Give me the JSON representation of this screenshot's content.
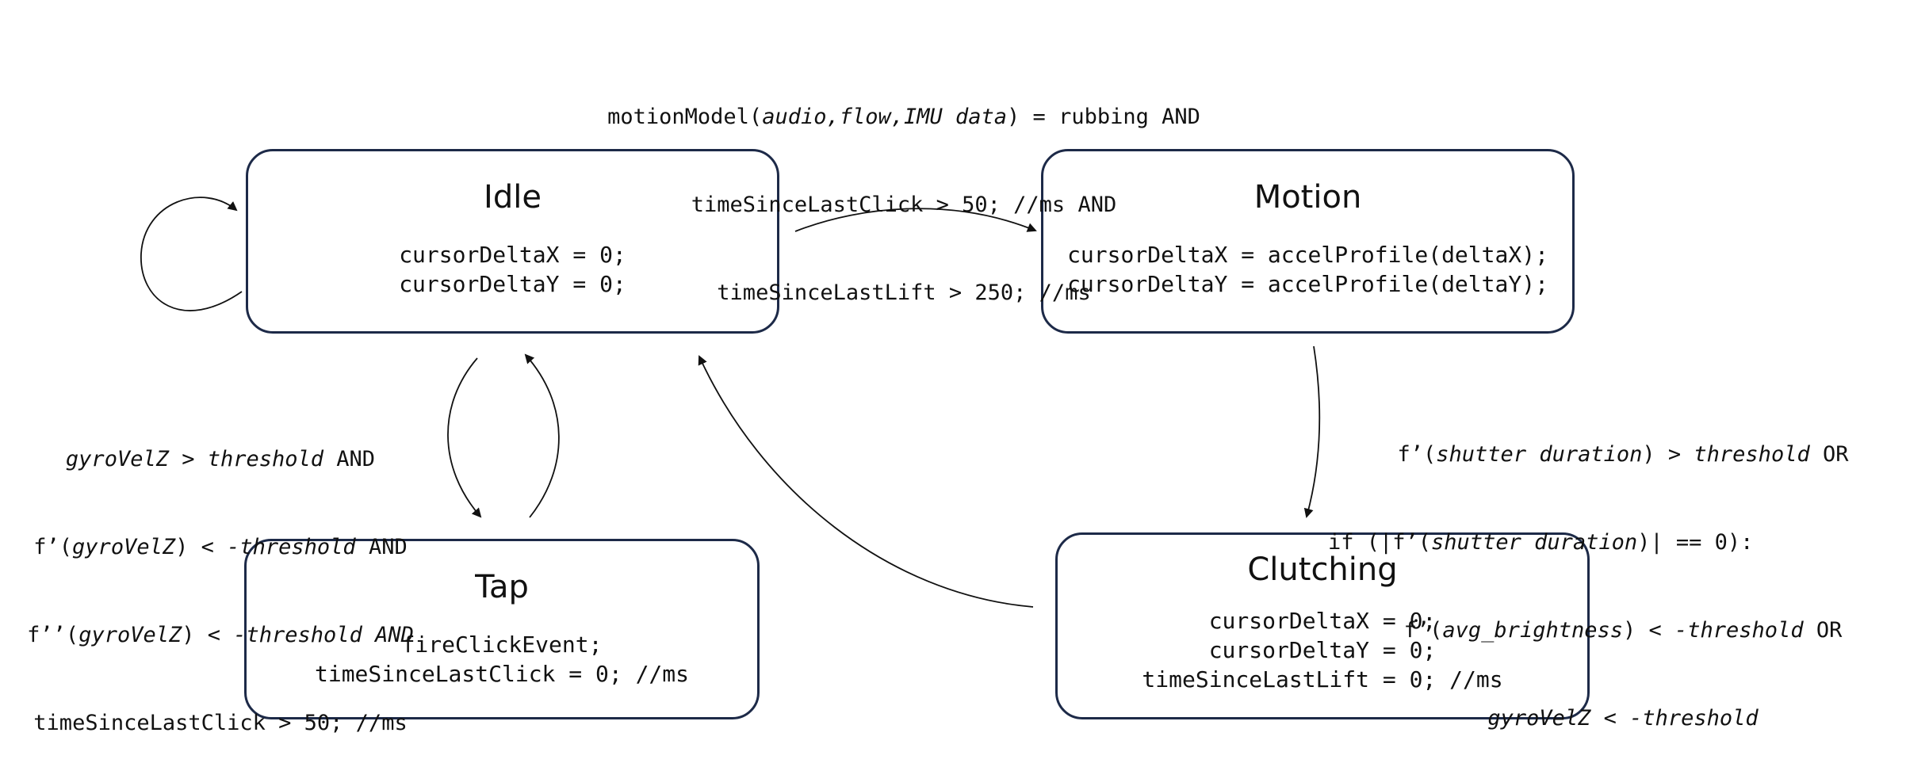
{
  "states": {
    "idle": {
      "title": "Idle",
      "lines": [
        "cursorDeltaX = 0;",
        "cursorDeltaY = 0;"
      ]
    },
    "motion": {
      "title": "Motion",
      "lines": [
        "cursorDeltaX = accelProfile(deltaX);",
        "cursorDeltaY = accelProfile(deltaY);"
      ]
    },
    "tap": {
      "title": "Tap",
      "lines": [
        "fireClickEvent;",
        "timeSinceLastClick = 0; //ms"
      ]
    },
    "clutching": {
      "title": "Clutching",
      "lines": [
        "cursorDeltaX = 0;",
        "cursorDeltaY = 0;",
        "timeSinceLastLift = 0; //ms"
      ]
    }
  },
  "transitions": {
    "idle_to_motion": {
      "l1a": "motionModel(",
      "l1b": "audio,flow,IMU data",
      "l1c": ") = rubbing AND",
      "l2": "timeSinceLastClick > 50; //ms AND",
      "l3": "timeSinceLastLift > 250; //ms"
    },
    "idle_to_tap": {
      "l1a": "gyroVelZ > threshold",
      "l1b": " AND",
      "l2a": "f’(",
      "l2b": "gyroVelZ",
      "l2c": ") < ",
      "l2d": "-threshold",
      "l2e": " AND",
      "l3a": "f’’(",
      "l3b": "gyroVelZ",
      "l3c": ") < ",
      "l3d": "-threshold AND",
      "l4": "timeSinceLastClick > 50; //ms"
    },
    "motion_to_clutching": {
      "l1a": "f’(",
      "l1b": "shutter duration",
      "l1c": ") > ",
      "l1d": "threshold",
      "l1e": " OR",
      "l2a": "if (|f’(",
      "l2b": "shutter duration",
      "l2c": ")| == 0):",
      "l3a": "f’(",
      "l3b": "avg_brightness",
      "l3c": ") < ",
      "l3d": "-threshold",
      "l3e": " OR",
      "l4": "gyroVelZ < -threshold"
    }
  }
}
